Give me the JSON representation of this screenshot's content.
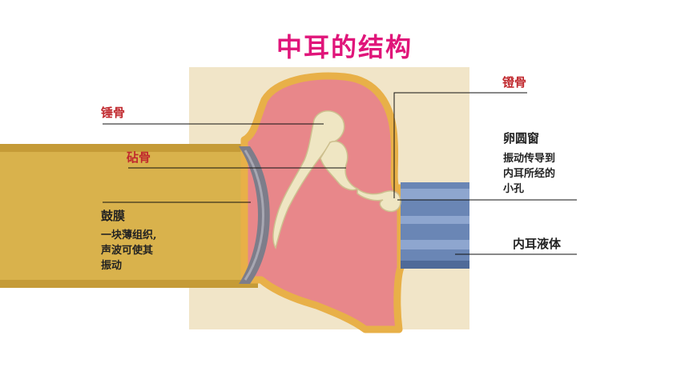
{
  "title": "中耳的结构",
  "colors": {
    "title": "#e0157a",
    "background_panel": "#f1e5c8",
    "canal_yellow": "#d9b24c",
    "cavity_pink": "#e8878a",
    "cavity_edge": "#e8b048",
    "bone": "#efe6c3",
    "eardrum": "#7d7d8a",
    "inner_fluid": "#6a86b5",
    "red_label": "#c0282d"
  },
  "labels": {
    "malleus": "锤骨",
    "incus": "砧骨",
    "stapes": "镫骨",
    "oval_window": {
      "name": "卵圆窗",
      "desc": [
        "振动传导到",
        "内耳所经的",
        "小孔"
      ]
    },
    "eardrum": {
      "name": "鼓膜",
      "desc": [
        "一块薄组织,",
        "声波可使其",
        "振动"
      ]
    },
    "inner_fluid": "内耳液体"
  }
}
